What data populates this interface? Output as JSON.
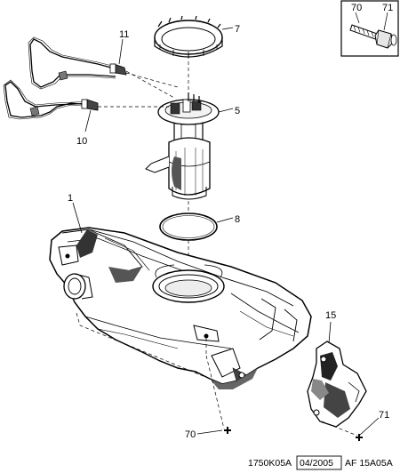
{
  "callouts": {
    "c1": "1",
    "c5": "5",
    "c7": "7",
    "c8": "8",
    "c10": "10",
    "c11": "11",
    "c15": "15",
    "c70_bottom": "70",
    "c71_bottom": "71"
  },
  "inset": {
    "label_70": "70",
    "label_71": "71"
  },
  "footer": {
    "code": "1750K05A",
    "date": "04/2005",
    "ref": "AF 15A05A"
  }
}
